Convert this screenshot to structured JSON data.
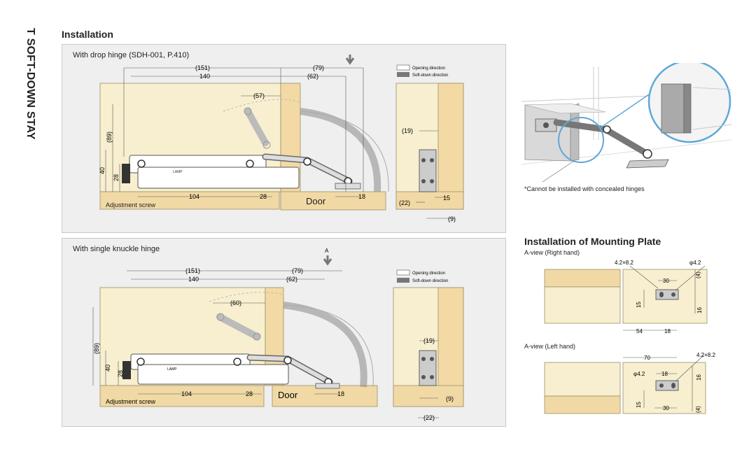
{
  "side_title": "T SOFT-DOWN STAY",
  "installation": {
    "heading": "Installation",
    "panel1": {
      "title": "With drop hinge (SDH-001, P.410)",
      "dims": {
        "d151": "(151)",
        "d140": "140",
        "d79": "(79)",
        "d62": "(62)",
        "d57": "(57)",
        "d89": "(89)",
        "d40": "40",
        "d28v": "28",
        "d104": "104",
        "d28h": "28",
        "d18": "18",
        "d19": "(19)",
        "d22": "(22)",
        "d15": "15",
        "d9": "(9)"
      },
      "door": "Door",
      "adjustment": "Adjustment screw",
      "brand": "LAMP"
    },
    "panel2": {
      "title": "With single knuckle hinge",
      "arrow_label": "A",
      "dims": {
        "d151": "(151)",
        "d140": "140",
        "d79": "(79)",
        "d62": "(62)",
        "d60": "(60)",
        "d89": "(89)",
        "d40": "40",
        "d28v": "28",
        "d104": "104",
        "d28h": "28",
        "d18": "18",
        "d19": "(19)",
        "d9": "(9)",
        "d22": "(22)"
      },
      "door": "Door",
      "adjustment": "Adjustment screw",
      "brand": "LAMP"
    },
    "legend": {
      "opening": "Opening direction",
      "softdown": "Soft-down direction"
    }
  },
  "note": "*Cannot be installed with concealed hinges",
  "mounting": {
    "heading": "Installation of Mounting Plate",
    "right": {
      "label": "A-view (Right hand)",
      "d_slot": "4.2×8.2",
      "d_hole": "φ4.2",
      "d30": "30",
      "d4": "(4)",
      "d15": "15",
      "d16": "16",
      "d54": "54",
      "d18": "18"
    },
    "left": {
      "label": "A-view (Left hand)",
      "d70": "70",
      "d_slot": "4.2×8.2",
      "d_hole": "φ4.2",
      "d18": "18",
      "d16": "16",
      "d15": "15",
      "d30": "30",
      "d4": "(4)"
    }
  },
  "colors": {
    "panel_bg": "#efefef",
    "wood": "#f7efcf",
    "wood_edge": "#e8d9a8",
    "door": "#f3d9a4",
    "metal": "#dedede",
    "hinge_blue": "#5fa8d8"
  }
}
